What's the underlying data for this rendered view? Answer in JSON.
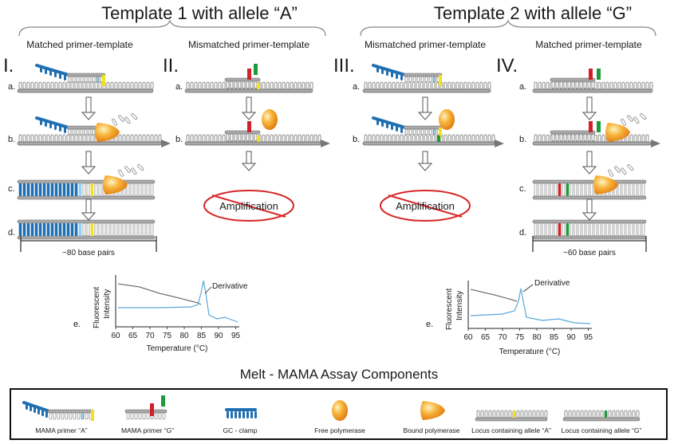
{
  "headers": {
    "template1": "Template 1 with allele “A”",
    "template2": "Template 2 with allele “G”",
    "sub_matched_1": "Matched primer-template",
    "sub_mismatched_1": "Mismatched primer-template",
    "sub_mismatched_2": "Mismatched primer-template",
    "sub_matched_2": "Matched primer-template"
  },
  "panels": {
    "I": "I.",
    "II": "II.",
    "III": "III.",
    "IV": "IV."
  },
  "step_labels": {
    "a": "a.",
    "b": "b.",
    "c": "c.",
    "d": "d.",
    "e": "e."
  },
  "outcome": {
    "amplification": "Amplification"
  },
  "lengths": {
    "left": "~80 base pairs",
    "right": "~60 base pairs"
  },
  "melt_plot": {
    "ylabel_line1": "Fluorescent",
    "ylabel_line2": "Intensity",
    "xlabel": "Temperature (°C)",
    "annotation": "Derivative",
    "xticks": [
      "60",
      "65",
      "70",
      "75",
      "80",
      "85",
      "90",
      "95"
    ]
  },
  "legend": {
    "title": "Melt - MAMA Assay Components",
    "items": [
      "MAMA primer “A”",
      "MAMA primer “G”",
      "GC - clamp",
      "Free polymerase",
      "Bound polymerase",
      "Locus containing allele “A”",
      "Locus containing allele “G”"
    ]
  },
  "colors": {
    "clamp_blue": "#1f6fb2",
    "allele_A_yellow": "#f2e21a",
    "allele_G_green": "#1f9a3a",
    "mismatch_red": "#d0202a",
    "matched_lightblue": "#8fd2f2",
    "polymerase_orange": "#f39a1e",
    "strand_gray": "#9a9a9a",
    "no_amp_red": "#d8282a",
    "melt_gray": "#555555",
    "melt_blue": "#5aa7d8"
  }
}
